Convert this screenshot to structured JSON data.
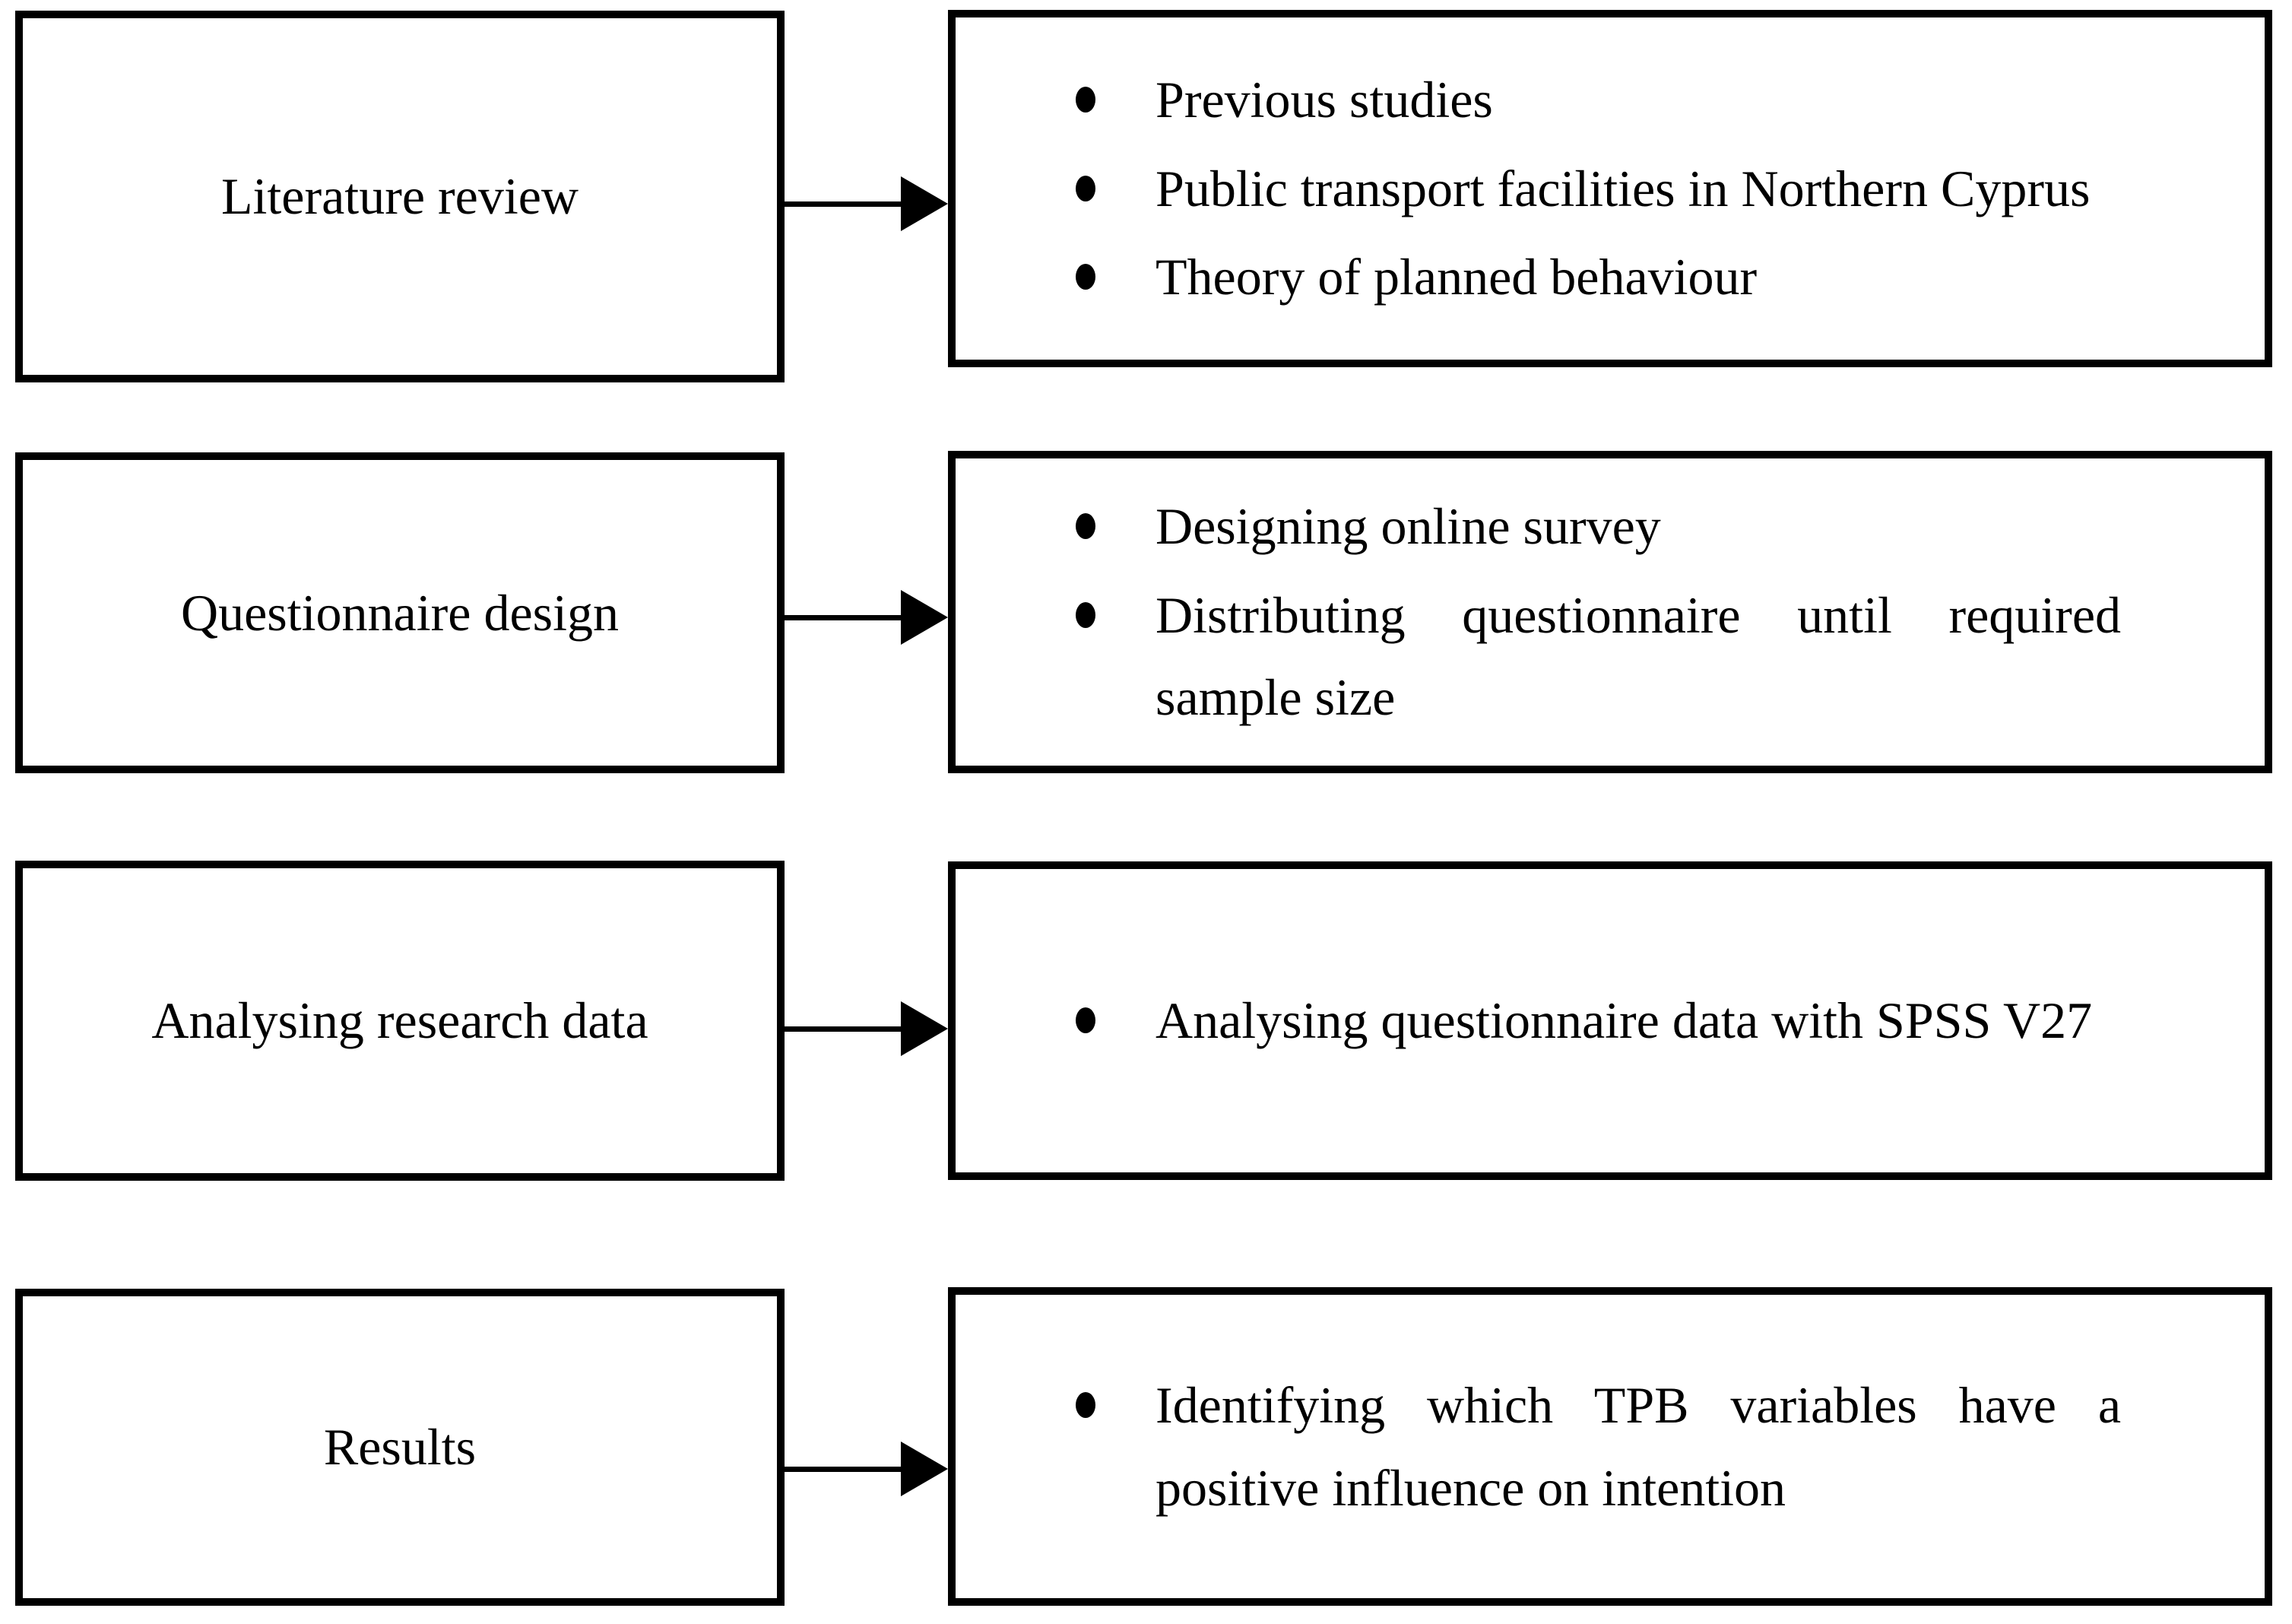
{
  "colors": {
    "ink": "#000000",
    "background": "#ffffff"
  },
  "rows": [
    {
      "stage": "Literature review",
      "bullets": [
        "Previous studies",
        "Public transport facilities in Northern Cyprus",
        "Theory of planned behaviour"
      ]
    },
    {
      "stage": "Questionnaire design",
      "bullets": [
        "Designing online survey",
        "Distributing questionnaire until required sample size"
      ]
    },
    {
      "stage": "Analysing research data",
      "bullets": [
        "Analysing questionnaire data with SPSS V27"
      ]
    },
    {
      "stage": "Results",
      "bullets": [
        "Identifying which TPB variables have a positive influence on intention"
      ]
    }
  ]
}
